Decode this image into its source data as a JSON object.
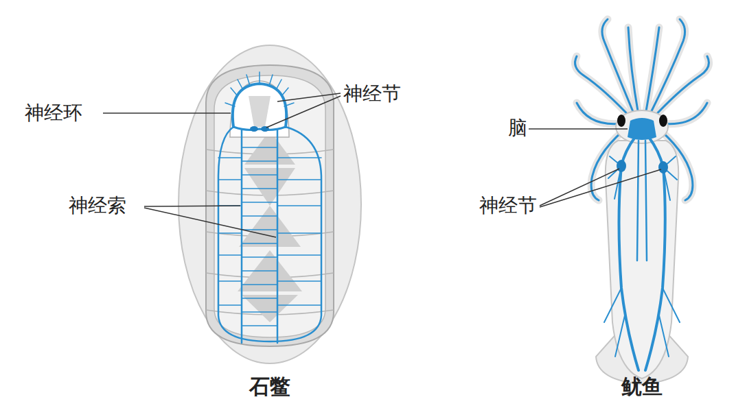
{
  "diagram": {
    "labels": [
      "神经环",
      "神经节",
      "神经索",
      "脑",
      "神经节",
      "石鳖",
      "鱿鱼"
    ]
  }
}
